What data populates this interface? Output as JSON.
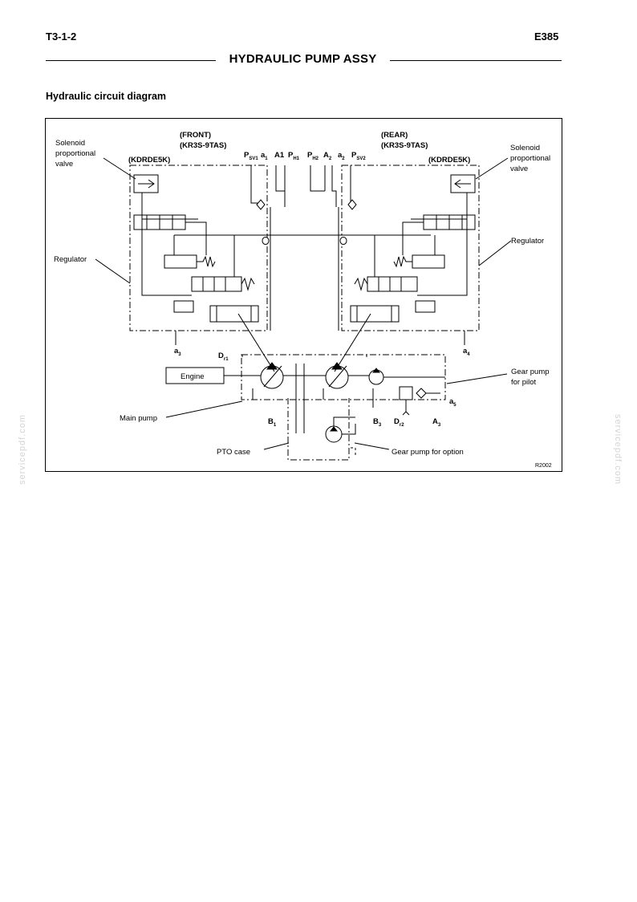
{
  "header": {
    "page_code": "T3-1-2",
    "model": "E385",
    "title": "HYDRAULIC PUMP ASSY"
  },
  "section": {
    "title": "Hydraulic circuit diagram"
  },
  "figure": {
    "front_label": "(FRONT)",
    "front_model": "(KR3S-9TAS)",
    "rear_label": "(REAR)",
    "rear_model": "(KR3S-9TAS)",
    "left_regulator_model": "(KDRDE5K)",
    "right_regulator_model": "(KDRDE5K)",
    "solenoid_left": [
      "Solenoid",
      "proportional",
      "valve"
    ],
    "solenoid_right": [
      "Solenoid",
      "proportional",
      "valve"
    ],
    "regulator_left": "Regulator",
    "regulator_right": "Regulator",
    "engine": "Engine",
    "main_pump": "Main pump",
    "pto_case": "PTO  case",
    "gear_pump_option": "Gear pump for option",
    "gear_pump_pilot": [
      "Gear pump",
      "for pilot"
    ],
    "figure_code": "R2002",
    "ports_top": [
      {
        "main": "P",
        "sub": "SV1"
      },
      {
        "main": "a",
        "sub": "1"
      },
      {
        "main": "A1",
        "sub": ""
      },
      {
        "main": "P",
        "sub": "H1"
      },
      {
        "main": "P",
        "sub": "H2"
      },
      {
        "main": "A",
        "sub": "2"
      },
      {
        "main": "a",
        "sub": "2"
      },
      {
        "main": "P",
        "sub": "SV2"
      }
    ],
    "ports_other": [
      {
        "main": "a",
        "sub": "3"
      },
      {
        "main": "a",
        "sub": "4"
      },
      {
        "main": "D",
        "sub": "r1"
      },
      {
        "main": "a",
        "sub": "5"
      },
      {
        "main": "B",
        "sub": "1"
      },
      {
        "main": "B",
        "sub": "3"
      },
      {
        "main": "D",
        "sub": "r2"
      },
      {
        "main": "A",
        "sub": "3"
      }
    ]
  },
  "watermark": "servicepdf.com"
}
